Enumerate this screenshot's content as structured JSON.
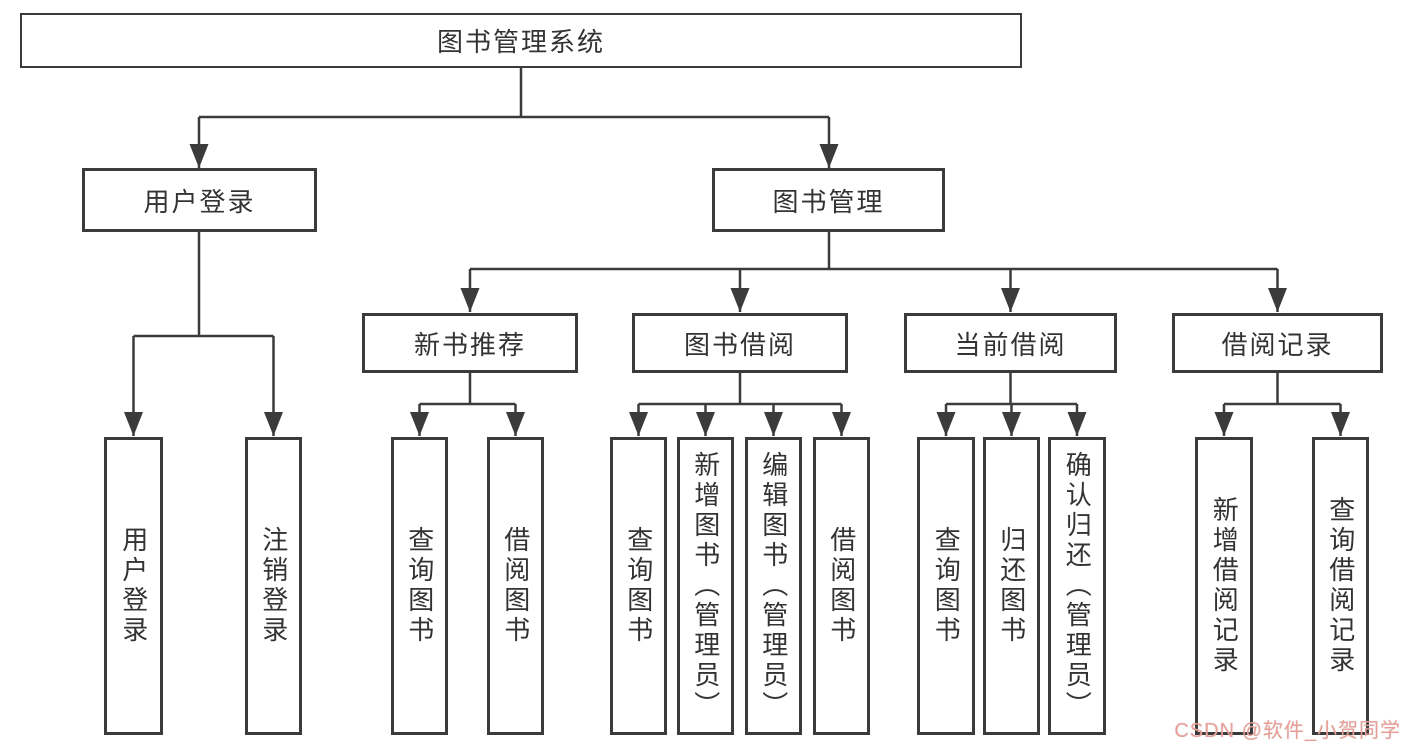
{
  "diagram": {
    "root": {
      "label": "图书管理系统"
    },
    "branches": [
      {
        "label": "用户登录",
        "children": [
          {
            "label": "用户登录"
          },
          {
            "label": "注销登录"
          }
        ]
      },
      {
        "label": "图书管理",
        "children": [
          {
            "label": "新书推荐",
            "children": [
              {
                "label": "查询图书"
              },
              {
                "label": "借阅图书"
              }
            ]
          },
          {
            "label": "图书借阅",
            "children": [
              {
                "label": "查询图书"
              },
              {
                "label": "新增图书（管理员）"
              },
              {
                "label": "编辑图书（管理员）"
              },
              {
                "label": "借阅图书"
              }
            ]
          },
          {
            "label": "当前借阅",
            "children": [
              {
                "label": "查询图书"
              },
              {
                "label": "归还图书"
              },
              {
                "label": "确认归还（管理员）"
              }
            ]
          },
          {
            "label": "借阅记录",
            "children": [
              {
                "label": "新增借阅记录"
              },
              {
                "label": "查询借阅记录"
              }
            ]
          }
        ]
      }
    ]
  },
  "watermark": {
    "text": "CSDN @软件_小贺同学",
    "color": "#e89f97"
  },
  "colors": {
    "line": "#3b3b3b",
    "text": "#333333",
    "background": "#ffffff"
  }
}
